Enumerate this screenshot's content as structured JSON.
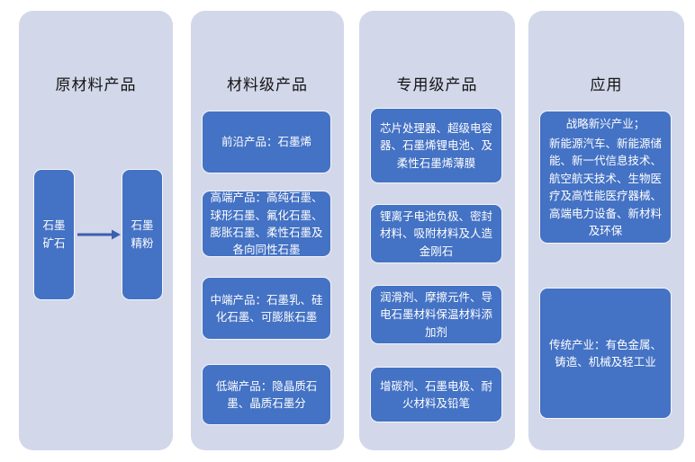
{
  "palette": {
    "page_background": "#ffffff",
    "column_background": "#d2d7e9",
    "box_fill": "#4472c4",
    "box_border": "#f3f5fb",
    "box_text": "#ffffff",
    "title_text": "#141414",
    "arrow_color": "#3a5fae"
  },
  "icons": {
    "flow_arrow": "right-arrow"
  },
  "columns": [
    {
      "title": "原材料产品",
      "node1": {
        "lines": [
          "石墨",
          "矿石"
        ]
      },
      "node2": {
        "lines": [
          "石墨",
          "精粉"
        ]
      }
    },
    {
      "title": "材料级产品",
      "boxes": [
        "前沿产品：石墨烯",
        "高端产品：高纯石墨、球形石墨、氟化石墨、膨胀石墨、柔性石墨及各向同性石墨",
        "中端产品：石墨乳、硅化石墨、可膨胀石墨",
        "低端产品：隐晶质石墨、晶质石墨分"
      ]
    },
    {
      "title": "专用级产品",
      "boxes": [
        "芯片处理器、超级电容器、石墨烯锂电池、及柔性石墨烯薄膜",
        "锂离子电池负极、密封材料、吸附材料及人造金刚石",
        "润滑剂、摩擦元件、导电石墨材料保温材料添加剂",
        "增碳剂、石墨电极、耐火材料及铅笔"
      ]
    },
    {
      "title": "应用",
      "boxes": [
        {
          "header": "战略新兴产业；",
          "body": "新能源汽车、新能源储能、新一代信息技术、航空航天技术、生物医疗及高性能医疗器械、高端电力设备、新材料及环保"
        },
        {
          "body": "传统产业：有色金属、铸造、机械及轻工业"
        }
      ]
    }
  ]
}
